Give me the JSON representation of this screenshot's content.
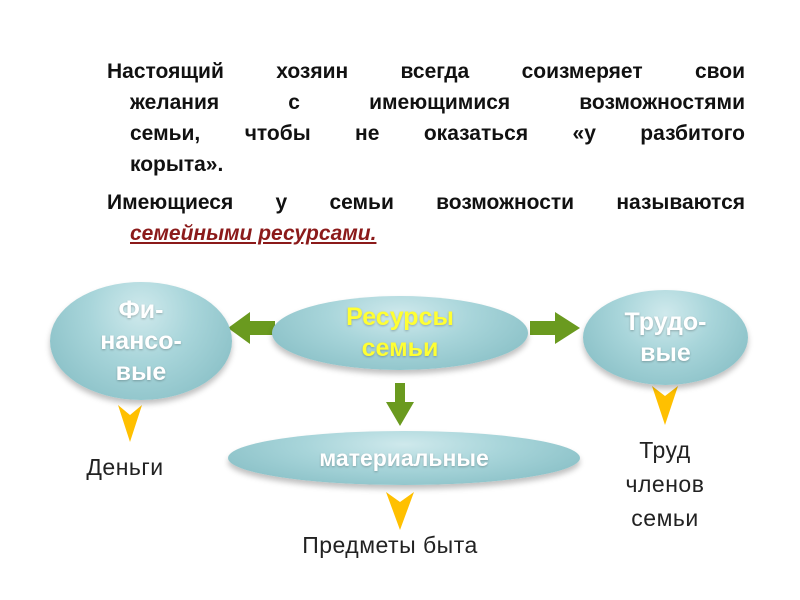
{
  "text": {
    "paragraph1_lines": [
      "Настоящий хозяин всегда  соизмеряет свои",
      "желания с имеющимися возможностями",
      "семьи, чтобы не оказаться «у разбитого",
      "корыта»."
    ],
    "paragraph2_line1": "Имеющиеся у семьи возможности называются",
    "paragraph2_term": "семейными ресурсами."
  },
  "diagram": {
    "center": {
      "line1": "Ресурсы",
      "line2": "семьи"
    },
    "financial": {
      "line1": "Фи-",
      "line2": "нансо-",
      "line3": "вые",
      "example": "Деньги"
    },
    "labor": {
      "line1": "Трудо-",
      "line2": "вые",
      "example_lines": [
        "Труд",
        "членов",
        "семьи"
      ]
    },
    "material": {
      "label": "материальные",
      "example": "Предметы быта"
    }
  },
  "colors": {
    "node": "#a8d5da",
    "center_text": "#ffff33",
    "green_arrow": "#6a9a1f",
    "yellow_chevron": "#ffc000",
    "term": "#8b1a1a"
  }
}
